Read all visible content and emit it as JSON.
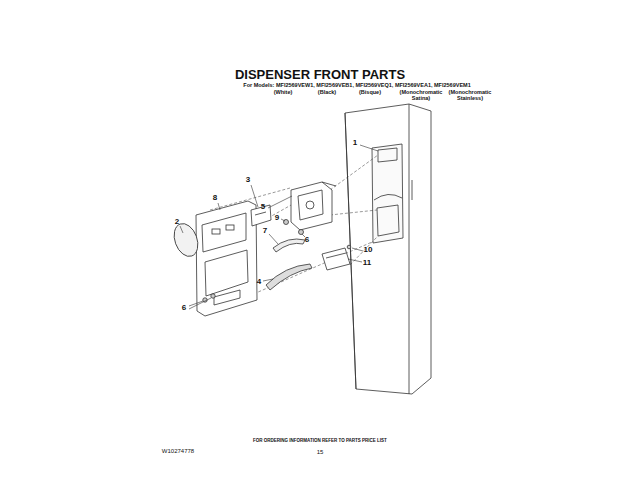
{
  "diagram": {
    "title": "DISPENSER FRONT PARTS",
    "labels": [
      "For Models: MFI2569VEW1, MFI2569VEB1, MFI2569VEQ1, MFI2569VEA1, MFI2569VEM1",
      "(White)",
      "(Black)",
      "(Bisque)",
      "(Monochromatic Satina)",
      "(Monochromatic Stainless)",
      "1",
      "2",
      "3",
      "4",
      "5",
      "6",
      "6",
      "7",
      "8",
      "9",
      "10",
      "11",
      "FOR ORDERING INFORMATION REFER TO PARTS PRICE LIST",
      "W10274778",
      "15"
    ]
  }
}
